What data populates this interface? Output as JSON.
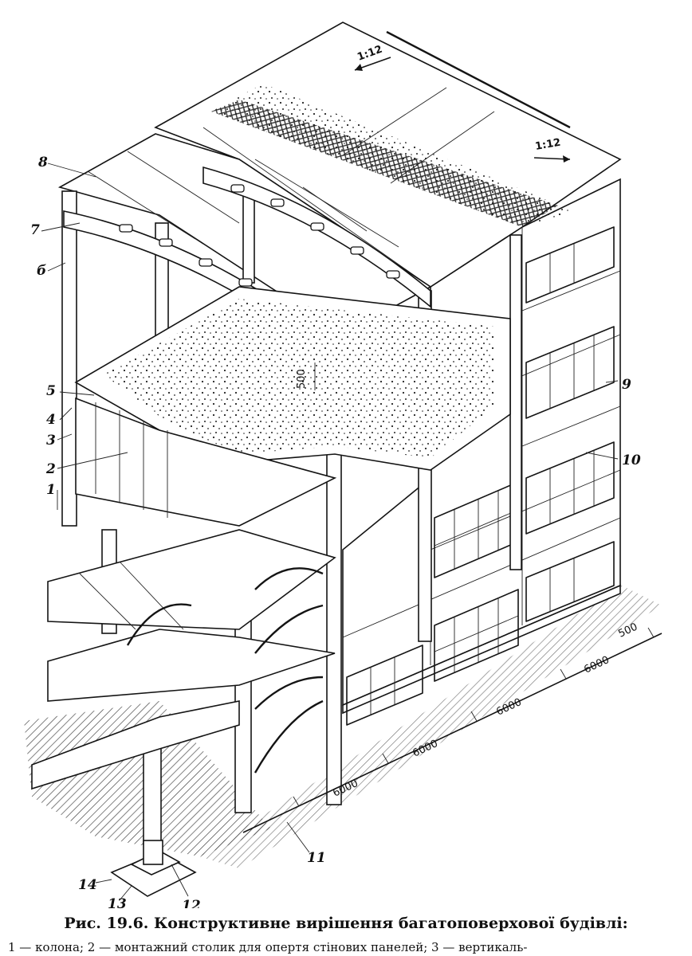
{
  "caption": {
    "title": "Рис. 19.6. Конструктивне вирішення багатоповерхової будівлі:",
    "legend": "1 — колона; 2 — монтажний столик для опертя стінових панелей; 3 — вертикаль-"
  },
  "callouts": [
    "1",
    "2",
    "3",
    "4",
    "5",
    "б",
    "7",
    "8",
    "9",
    "10",
    "11",
    "12",
    "13",
    "14"
  ],
  "dimensions": {
    "bay_1": "6000",
    "bay_2": "6000",
    "bay_3": "6000",
    "bay_4": "6000",
    "offset": "500",
    "gap": "500"
  },
  "slopes": {
    "left": "1:12",
    "right": "1:12"
  }
}
